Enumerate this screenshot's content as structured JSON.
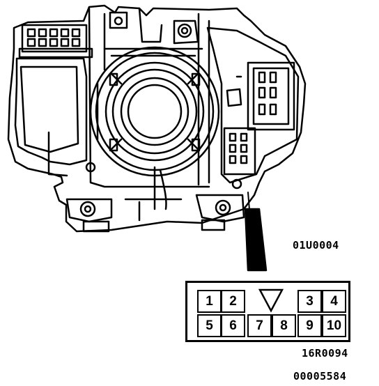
{
  "labels": {
    "part_number_top": "01U0004",
    "part_number_mid": "16R0094",
    "part_number_bottom": "00005584"
  },
  "connector": {
    "top_row": [
      "1",
      "2",
      "3",
      "4"
    ],
    "bottom_row": [
      "5",
      "6",
      "7",
      "8",
      "9",
      "10"
    ]
  }
}
